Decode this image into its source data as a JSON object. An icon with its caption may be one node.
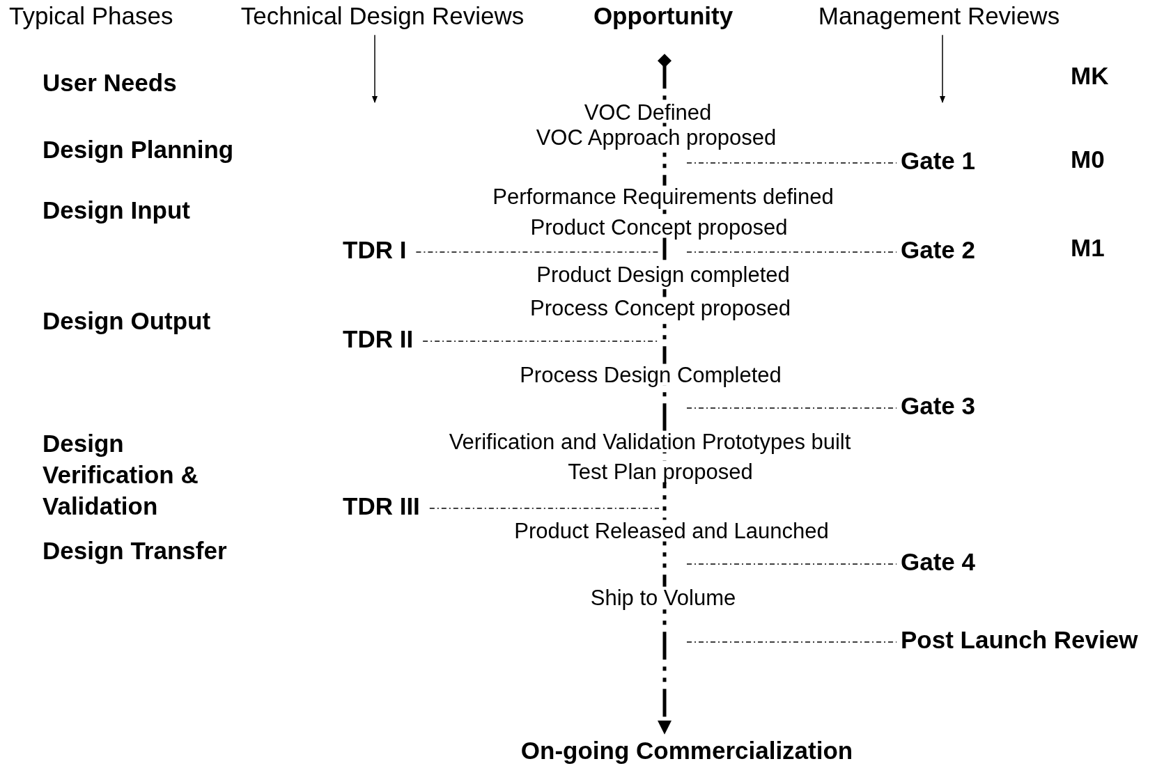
{
  "diagram": {
    "nodes": [
      {
        "text": [
          "Opportunity"
        ]
      },
      {
        "text": [
          "On-going Commercialization"
        ]
      },
      {
        "text": [
          "Technical Design Reviews"
        ]
      },
      {
        "text": [
          "Management Reviews"
        ]
      },
      {
        "text": [
          "TDR I"
        ]
      },
      {
        "text": [
          "TDR II"
        ]
      },
      {
        "text": [
          "TDR III"
        ]
      },
      {
        "text": [
          "Gate 1"
        ]
      },
      {
        "text": [
          "Gate 2"
        ]
      },
      {
        "text": [
          "Gate 3"
        ]
      },
      {
        "text": [
          "Gate 4"
        ]
      },
      {
        "text": [
          "Post Launch Review"
        ]
      }
    ],
    "edges": [
      {
        "from": 0,
        "to": 1,
        "arrow": "to",
        "style": "dashed"
      },
      {
        "from": 2,
        "to": null,
        "arrow": "to"
      },
      {
        "from": 3,
        "to": null,
        "arrow": "to"
      },
      {
        "from": 4,
        "to": null,
        "arrow": "none",
        "style": "dashed"
      },
      {
        "from": 5,
        "to": null,
        "arrow": "none",
        "style": "dashed"
      },
      {
        "from": 6,
        "to": null,
        "arrow": "none",
        "style": "dashed"
      },
      {
        "from": null,
        "to": 7,
        "arrow": "none",
        "style": "dashed"
      },
      {
        "from": null,
        "to": 8,
        "arrow": "none",
        "style": "dashed"
      },
      {
        "from": null,
        "to": 9,
        "arrow": "none",
        "style": "dashed"
      },
      {
        "from": null,
        "to": 10,
        "arrow": "none",
        "style": "dashed"
      },
      {
        "from": null,
        "to": 11,
        "arrow": "none",
        "style": "dashed"
      }
    ],
    "labels": [
      "Typical Phases",
      "User Needs",
      "MK",
      "VOC Defined",
      "VOC Approach proposed",
      "Design Planning",
      "M0",
      "Design Input",
      "Performance Requirements defined",
      "Product Concept proposed",
      "M1",
      "Product Design completed",
      "Process Concept proposed",
      "Design Output",
      "Process Design Completed",
      "Design Verification & Validation",
      "Verification and Validation Prototypes built",
      "Test Plan proposed",
      "Product Released and Launched",
      "Design Transfer",
      "Ship to Volume"
    ]
  }
}
